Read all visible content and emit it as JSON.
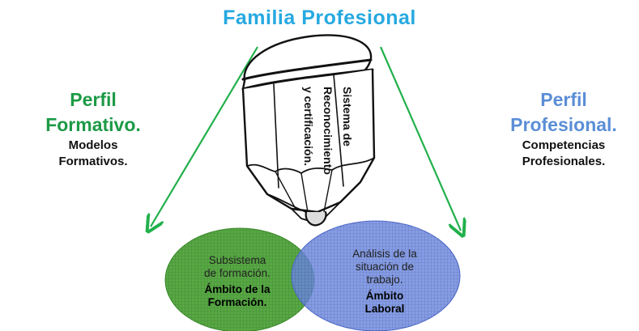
{
  "title": "Familia Profesional",
  "pencil": {
    "lines": [
      "Sistema de",
      "Reconocimiento",
      "y certificación."
    ]
  },
  "left": {
    "heading_line1": "Perfil",
    "heading_line2": "Formativo.",
    "sub_line1": "Modelos",
    "sub_line2": "Formativos."
  },
  "right": {
    "heading_line1": "Perfil",
    "heading_line2": "Profesional.",
    "sub_line1": "Competencias",
    "sub_line2": "Profesionales."
  },
  "left_circle": {
    "line1": "Subsistema",
    "line2": "de formación.",
    "bold_line1": "Ámbito de la",
    "bold_line2": "Formación."
  },
  "right_circle": {
    "line1": "Análisis de la",
    "line2": "situación de",
    "line3": "trabajo.",
    "bold_line1": "Ámbito",
    "bold_line2": "Laboral"
  },
  "colors": {
    "title": "#26a9e0",
    "left_heading": "#1d9a46",
    "right_heading": "#5b8ed6",
    "arrow": "#22b04b",
    "left_circle_fill": "#57a844",
    "right_circle_fill": "#6a86e0"
  }
}
